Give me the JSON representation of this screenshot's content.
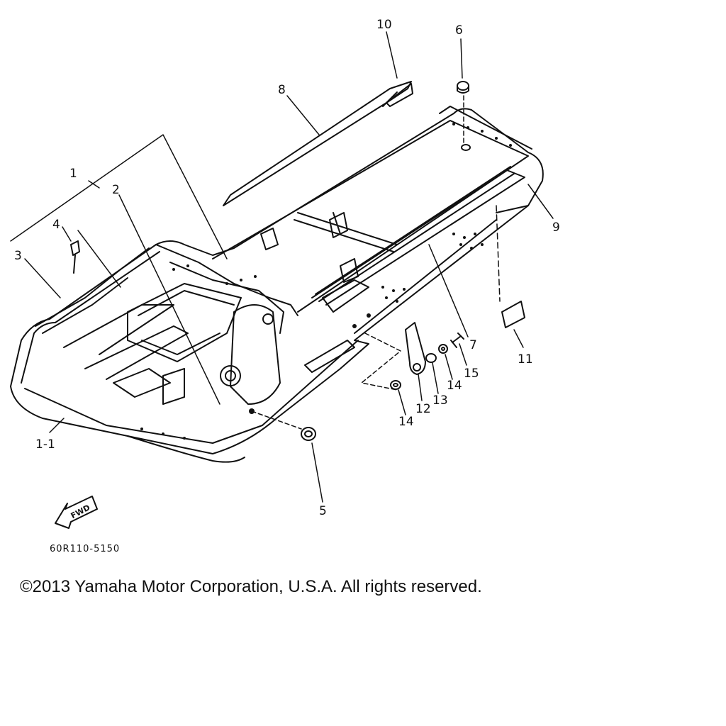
{
  "callouts": [
    {
      "id": "1",
      "label": "1"
    },
    {
      "id": "1-1",
      "label": "1-1"
    },
    {
      "id": "2",
      "label": "2"
    },
    {
      "id": "3",
      "label": "3"
    },
    {
      "id": "4",
      "label": "4"
    },
    {
      "id": "5",
      "label": "5"
    },
    {
      "id": "6",
      "label": "6"
    },
    {
      "id": "7",
      "label": "7"
    },
    {
      "id": "8",
      "label": "8"
    },
    {
      "id": "9",
      "label": "9"
    },
    {
      "id": "10",
      "label": "10"
    },
    {
      "id": "11",
      "label": "11"
    },
    {
      "id": "12",
      "label": "12"
    },
    {
      "id": "13",
      "label": "13"
    },
    {
      "id": "14a",
      "label": "14"
    },
    {
      "id": "14b",
      "label": "14"
    },
    {
      "id": "15",
      "label": "15"
    }
  ],
  "fwd_label": "FWD",
  "part_code": "60R110-5150",
  "copyright": "©2013 Yamaha Motor Corporation, U.S.A. All rights reserved."
}
